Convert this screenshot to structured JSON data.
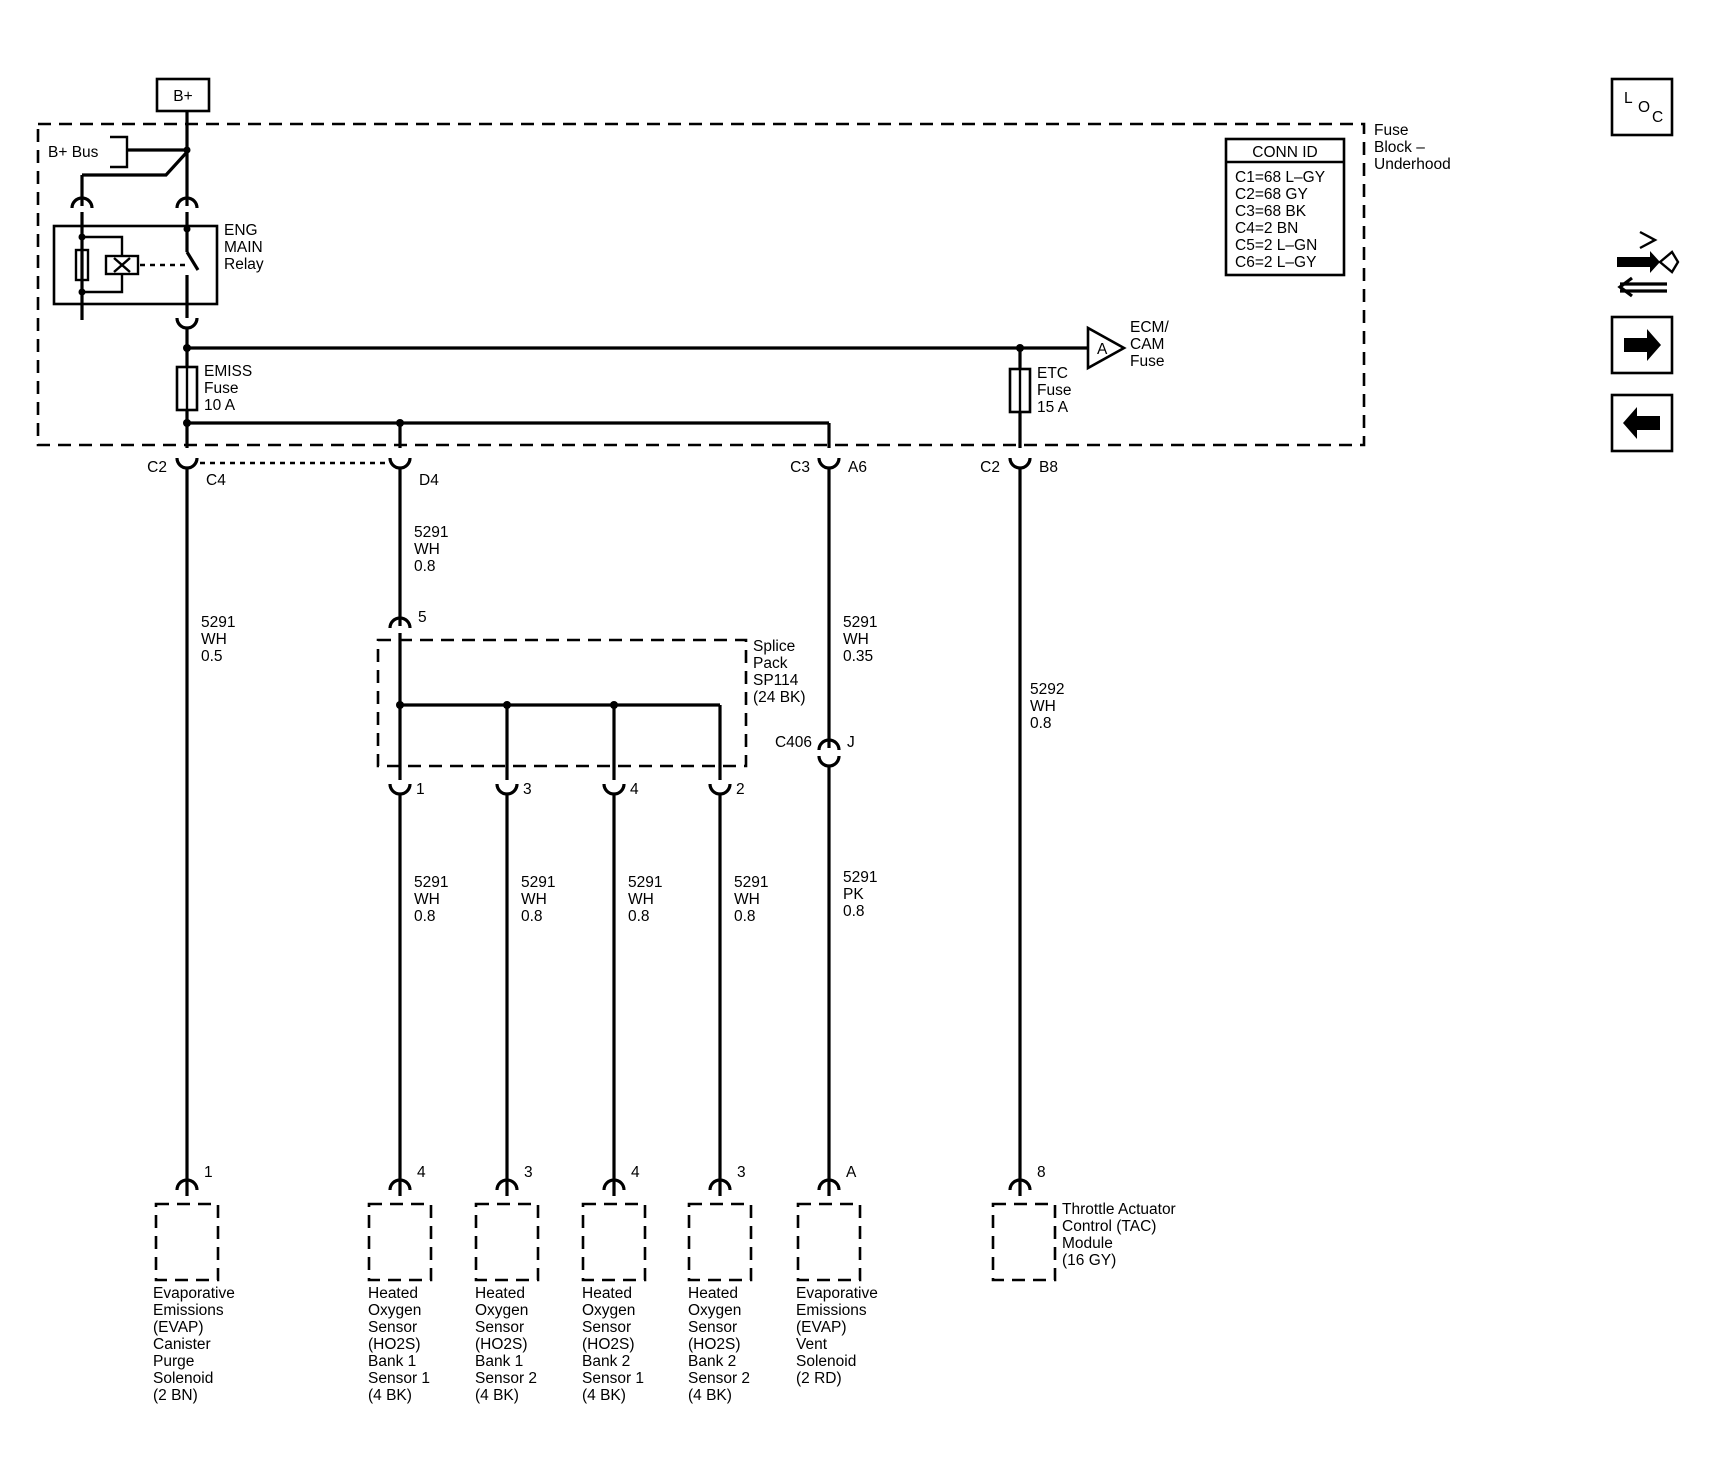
{
  "battery_label": "B+",
  "fuse_block": {
    "line1": "Fuse",
    "line2": "Block –",
    "line3": "Underhood"
  },
  "bus_label": "B+ Bus",
  "relay": {
    "line1": "ENG",
    "line2": "MAIN",
    "line3": "Relay"
  },
  "conn_id": {
    "title": "CONN ID",
    "rows": [
      "C1=68 L–GY",
      "C2=68 GY",
      "C3=68 BK",
      "C4=2 BN",
      "C5=2 L–GN",
      "C6=2 L–GY"
    ]
  },
  "ecm_ref": {
    "letter": "A",
    "line1": "ECM/",
    "line2": "CAM",
    "line3": "Fuse"
  },
  "fuses": {
    "emiss": {
      "line1": "EMISS",
      "line2": "Fuse",
      "line3": "10 A"
    },
    "etc": {
      "line1": "ETC",
      "line2": "Fuse",
      "line3": "15 A"
    }
  },
  "connectors": {
    "c2_left": "C2",
    "c4": "C4",
    "d4": "D4",
    "c3": "C3",
    "a6": "A6",
    "c2_right": "C2",
    "b8": "B8",
    "c406": "C406",
    "j": "J"
  },
  "wires": {
    "evap_purge": {
      "circuit": "5291",
      "color": "WH",
      "size": "0.5"
    },
    "splice_feed": {
      "circuit": "5291",
      "color": "WH",
      "size": "0.8"
    },
    "evap_vent_upper": {
      "circuit": "5291",
      "color": "WH",
      "size": "0.35"
    },
    "tac": {
      "circuit": "5292",
      "color": "WH",
      "size": "0.8"
    },
    "ho2s_b1s1": {
      "circuit": "5291",
      "color": "WH",
      "size": "0.8"
    },
    "ho2s_b1s2": {
      "circuit": "5291",
      "color": "WH",
      "size": "0.8"
    },
    "ho2s_b2s1": {
      "circuit": "5291",
      "color": "WH",
      "size": "0.8"
    },
    "ho2s_b2s2": {
      "circuit": "5291",
      "color": "WH",
      "size": "0.8"
    },
    "evap_vent_lower": {
      "circuit": "5291",
      "color": "PK",
      "size": "0.8"
    }
  },
  "splice": {
    "in_pin": "5",
    "line1": "Splice",
    "line2": "Pack",
    "line3": "SP114",
    "line4": "(24 BK)",
    "out_pins": [
      "1",
      "3",
      "4",
      "2"
    ]
  },
  "components": {
    "evap_purge": {
      "pin": "1",
      "lines": [
        "Evaporative",
        "Emissions",
        "(EVAP)",
        "Canister",
        "Purge",
        "Solenoid",
        "(2 BN)"
      ]
    },
    "ho2s_b1s1": {
      "pin": "4",
      "lines": [
        "Heated",
        "Oxygen",
        "Sensor",
        "(HO2S)",
        "Bank 1",
        "Sensor 1",
        "(4 BK)"
      ]
    },
    "ho2s_b1s2": {
      "pin": "3",
      "lines": [
        "Heated",
        "Oxygen",
        "Sensor",
        "(HO2S)",
        "Bank 1",
        "Sensor 2",
        "(4 BK)"
      ]
    },
    "ho2s_b2s1": {
      "pin": "4",
      "lines": [
        "Heated",
        "Oxygen",
        "Sensor",
        "(HO2S)",
        "Bank 2",
        "Sensor 1",
        "(4 BK)"
      ]
    },
    "ho2s_b2s2": {
      "pin": "3",
      "lines": [
        "Heated",
        "Oxygen",
        "Sensor",
        "(HO2S)",
        "Bank 2",
        "Sensor 2",
        "(4 BK)"
      ]
    },
    "evap_vent": {
      "pin": "A",
      "lines": [
        "Evaporative",
        "Emissions",
        "(EVAP)",
        "Vent",
        "Solenoid",
        "(2 RD)"
      ]
    },
    "tac": {
      "pin": "8",
      "lines": [
        "Throttle Actuator",
        "Control (TAC)",
        "Module",
        "(16 GY)"
      ]
    }
  },
  "nav": {
    "loc": {
      "l": "L",
      "o": "O",
      "c": "C"
    },
    "icons": [
      "wiring-harness-icon",
      "arrow-right-icon",
      "arrow-left-icon"
    ]
  }
}
